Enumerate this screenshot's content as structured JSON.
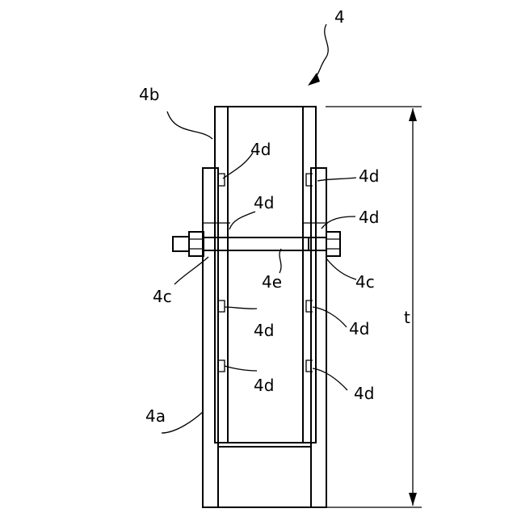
{
  "figure": {
    "labels": {
      "assembly": "4",
      "outer_tube": "4a",
      "inner_tube": "4b",
      "hole_left": "4c",
      "hole_right": "4c",
      "bolt": "4e",
      "height": "t",
      "hole_inner_upper": "4d",
      "hole_inner_mid": "4d",
      "hole_inner_low1": "4d",
      "hole_inner_low2": "4d",
      "hole_outer_upper": "4d",
      "hole_outer_mid": "4d",
      "hole_outer_low1": "4d",
      "hole_outer_low2": "4d"
    },
    "colors": {
      "line": "#000000",
      "background": "#ffffff"
    }
  }
}
